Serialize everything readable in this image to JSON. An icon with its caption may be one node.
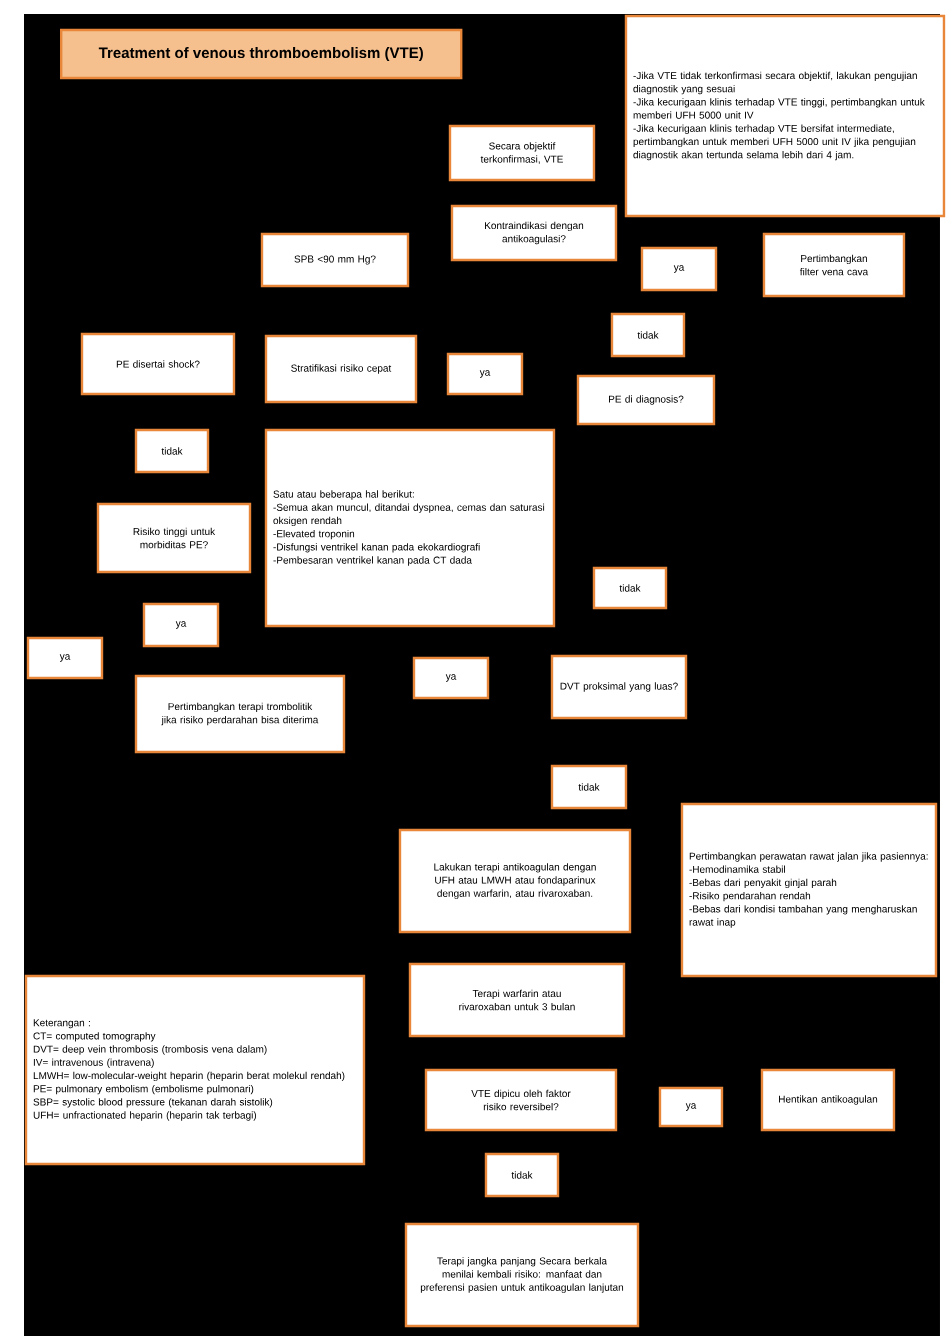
{
  "diagram": {
    "title": "Treatment of venous thromboembolism (VTE)",
    "nodes": [
      {
        "text": [
          "Secara objektif terkonfirmasi, VTE"
        ]
      },
      {
        "text": [
          "-Jika VTE tidak terkonfirmasi secara objektif, lakukan pengujian diagnostik yang sesuai",
          "-Jika kecurigaan klinis terhadap VTE tinggi, pertimbangkan untuk memberi UFH 5000 unit IV",
          "-Jika kecurigaan klinis terhadap VTE bersifat intermediate, pertimbangkan untuk memberi UFH 5000 unit IV jika pengujian diagnostik akan tertunda selama lebih dari 4 jam."
        ]
      },
      {
        "text": [
          "Kontraindikasi dengan antikoagulasi?"
        ]
      },
      {
        "text": [
          "SPB <90 mm Hg?"
        ]
      },
      {
        "text": [
          "ya"
        ]
      },
      {
        "text": [
          "Pertimbangkan filter vena cava"
        ]
      },
      {
        "text": [
          "tidak"
        ]
      },
      {
        "text": [
          "PE disertai shock?"
        ]
      },
      {
        "text": [
          "Stratifikasi risiko cepat"
        ]
      },
      {
        "text": [
          "ya"
        ]
      },
      {
        "text": [
          "PE di diagnosis?"
        ]
      },
      {
        "text": [
          "tidak"
        ]
      },
      {
        "text": [
          "Satu atau beberapa hal berikut:",
          "-Semua akan muncul, ditandai dyspnea, cemas dan saturasi oksigen rendah",
          "-Elevated troponin",
          "-Disfungsi ventrikel kanan pada ekokardiografi",
          "-Pembesaran ventrikel kanan pada CT dada"
        ]
      },
      {
        "text": [
          "Risiko tinggi untuk morbiditas PE?"
        ]
      },
      {
        "text": [
          "tidak"
        ]
      },
      {
        "text": [
          "ya"
        ]
      },
      {
        "text": [
          "ya"
        ]
      },
      {
        "text": [
          "Pertimbangkan terapi trombolitik jika risiko perdarahan bisa diterima"
        ]
      },
      {
        "text": [
          "ya"
        ]
      },
      {
        "text": [
          "DVT proksimal yang luas?"
        ]
      },
      {
        "text": [
          "tidak"
        ]
      },
      {
        "text": [
          "Lakukan terapi antikoagulan dengan UFH atau LMWH atau fondaparinux dengan warfarin, atau rivaroxaban."
        ]
      },
      {
        "text": [
          "Pertimbangkan perawatan rawat jalan jika pasiennya:",
          "-Hemodinamika stabil",
          "-Bebas dari penyakit ginjal parah",
          "-Risiko pendarahan rendah",
          "-Bebas dari kondisi tambahan yang mengharuskan rawat inap"
        ]
      },
      {
        "text": [
          "Keterangan :",
          "CT= computed tomography",
          "DVT= deep vein thrombosis (trombosis vena dalam)",
          "IV= intravenous (intravena)",
          "LMWH= low-molecular-weight heparin (heparin berat molekul rendah)",
          "PE= pulmonary embolism (embolisme pulmonari)",
          "SBP= systolic blood pressure (tekanan darah sistolik)",
          "UFH= unfractionated heparin (heparin tak terbagi)"
        ]
      },
      {
        "text": [
          "Terapi warfarin atau rivaroxaban untuk 3 bulan"
        ]
      },
      {
        "text": [
          "VTE dipicu oleh faktor risiko reversibel?"
        ]
      },
      {
        "text": [
          "ya"
        ]
      },
      {
        "text": [
          "Hentikan antikoagulan"
        ]
      },
      {
        "text": [
          "tidak"
        ]
      },
      {
        "text": [
          "Terapi jangka panjang Secara berkala menilai kembali risiko: manfaat dan preferensi pasien untuk antikoagulan lanjutan"
        ]
      }
    ],
    "edges": []
  }
}
